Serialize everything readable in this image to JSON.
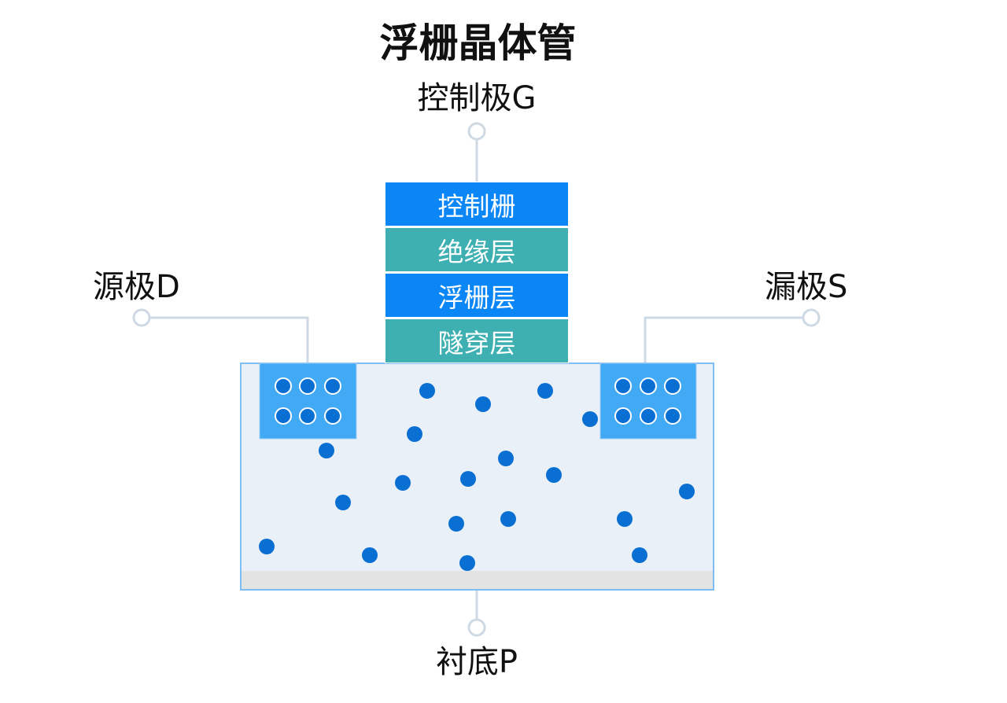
{
  "title": "浮栅晶体管",
  "labels": {
    "gate": "控制极G",
    "source": "源极D",
    "drain": "漏极S",
    "substrate": "衬底P"
  },
  "gate_stack": [
    "控制栅",
    "绝缘层",
    "浮栅层",
    "隧穿层"
  ],
  "colors": {
    "control_gate": "#0a86f7",
    "insulator": "#3eb0b2",
    "floating_gate": "#0a86f7",
    "tunnel_layer": "#3eb0b2",
    "doped_region": "#42a9f5",
    "substrate": "#eaf0f7",
    "electron": "#0a6fd3",
    "connector": "#cfd9e4"
  }
}
